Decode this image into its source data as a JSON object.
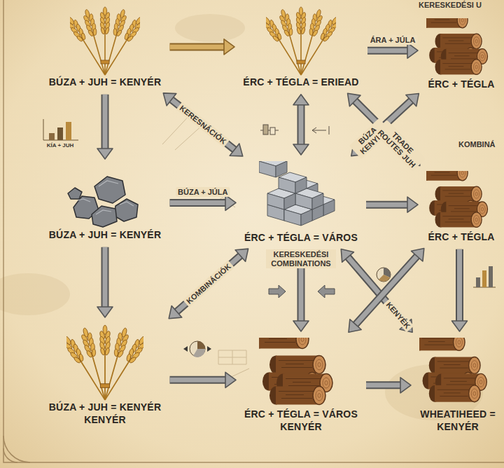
{
  "diagram": {
    "nodes": [
      {
        "text": [
          "BÚZA + JUH = KENYÉR"
        ]
      },
      {
        "text": [
          "ÉRC + TÉGLA = ERIEAD"
        ]
      },
      {
        "text": [
          "ÉRC + TÉGLA"
        ]
      },
      {
        "text": [
          "BÚZA + JUH = KENYÉR"
        ]
      },
      {
        "text": [
          "ÉRC + TÉGLA = VÁROS"
        ]
      },
      {
        "text": [
          "ÉRC + TÉGLA"
        ]
      },
      {
        "text": [
          "BÚZA + JUH = KENYÉR",
          "KENYÉR"
        ]
      },
      {
        "text": [
          "ÉRC + TÉGLA = VÁROS",
          "KENYÉR"
        ]
      },
      {
        "text": [
          "WHEATIHEED =",
          "KENYÉR"
        ]
      }
    ],
    "edges": [
      {
        "from": 0,
        "to": 1,
        "arrow": "to"
      },
      {
        "from": 1,
        "to": 2,
        "arrow": "to",
        "label": "ÁRA + JÚLA"
      },
      {
        "from": 0,
        "to": 3,
        "arrow": "to"
      },
      {
        "from": 0,
        "to": 4,
        "arrow": "both",
        "label": "KERESNÁCIÓK"
      },
      {
        "from": 1,
        "to": 4,
        "arrow": "both"
      },
      {
        "from": 4,
        "to": 2,
        "arrow": "both",
        "label": "BÚZA KENYÉR"
      },
      {
        "from": 1,
        "to": 5,
        "arrow": "both",
        "label": "TRADE ROUTES JUH"
      },
      {
        "from": 3,
        "to": 4,
        "arrow": "to",
        "label": "BÚZA + JÚLA"
      },
      {
        "from": 4,
        "to": 5,
        "arrow": "to"
      },
      {
        "from": 3,
        "to": 6,
        "arrow": "to"
      },
      {
        "from": 4,
        "to": 6,
        "arrow": "both",
        "label": "KOMBINÁCIÓK"
      },
      {
        "from": 4,
        "to": 7,
        "arrow": "to"
      },
      {
        "from": 4,
        "to": 8,
        "arrow": "both",
        "label": "KENYÉK"
      },
      {
        "from": 5,
        "to": 7,
        "arrow": "both"
      },
      {
        "from": 6,
        "to": 7,
        "arrow": "to"
      },
      {
        "from": 7,
        "to": 8,
        "arrow": "to"
      },
      {
        "from": 5,
        "to": 8,
        "arrow": "to"
      }
    ],
    "labels": [
      "KERESKEDÉSI U",
      "KÍA + JUH",
      "KERESKEDÉSI COMBINATIONS",
      "KOMBINÁ"
    ]
  }
}
